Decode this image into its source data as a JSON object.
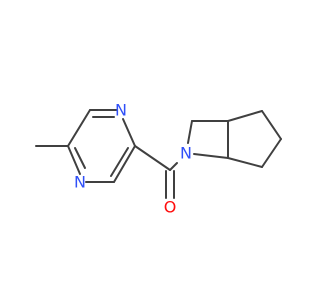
{
  "molecule": {
    "atoms": [
      {
        "id": "n_pyrazine_1",
        "label": "N",
        "color": "#3050F8"
      },
      {
        "id": "n_pyrazine_2",
        "label": "N",
        "color": "#3050F8"
      },
      {
        "id": "n_amide",
        "label": "N",
        "color": "#3050F8"
      },
      {
        "id": "o_carbonyl",
        "label": "O",
        "color": "#FF0D0D"
      }
    ],
    "bond_color": "#404040"
  }
}
